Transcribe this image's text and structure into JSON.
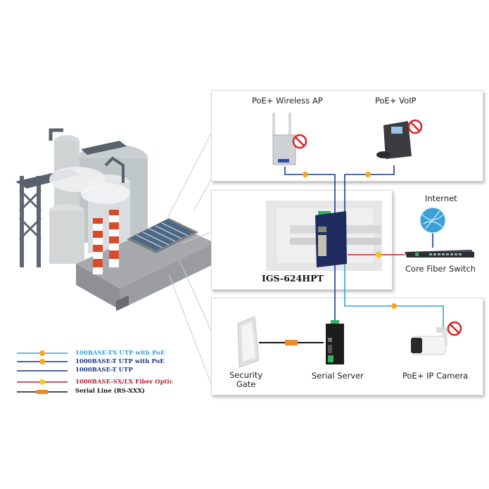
{
  "diagram": {
    "model": "IGS-624HPT",
    "panels": {
      "top": {
        "devices": [
          {
            "label": "PoE+ Wireless AP",
            "icon": "wireless-ap-icon",
            "link": "1000BASE-T UTP with PoE"
          },
          {
            "label": "PoE+ VoIP",
            "icon": "voip-phone-icon",
            "link": "1000BASE-T UTP with PoE"
          }
        ]
      },
      "middle": {
        "switch_label": "IGS-624HPT",
        "uplink": {
          "label": "Core Fiber Switch",
          "link": "1000BASE-SX/LX Fiber Optic"
        },
        "internet": {
          "label": "Internet"
        }
      },
      "bottom": {
        "devices": [
          {
            "label_line1": "Security",
            "label_line2": "Gate",
            "icon": "door-icon",
            "link": "Serial Line (RS-XXX)"
          },
          {
            "label": "Serial Server",
            "icon": "serial-server-icon",
            "link": "1000BASE-T UTP"
          },
          {
            "label": "PoE+ IP Camera",
            "icon": "ip-camera-icon",
            "link": "100BASE-TX UTP with PoE"
          }
        ]
      }
    },
    "legend": [
      {
        "label": "100BASE-TX UTP with PoE",
        "color": "#3aa0d0",
        "marker": "poe-dot"
      },
      {
        "label": "1000BASE-T UTP with PoE",
        "color": "#1a2e6e",
        "marker": "poe-dot"
      },
      {
        "label": "1000BASE-T UTP",
        "color": "#1a2e6e",
        "marker": "none"
      },
      {
        "label": "1000BASE-SX/LX Fiber Optic",
        "color": "#b3203a",
        "marker": "fiber-dot"
      },
      {
        "label": "Serial Line (RS-XXX)",
        "color": "#111111",
        "marker": "serial-box"
      }
    ],
    "colors": {
      "poe_marker": "#f5a623",
      "cyan_line": "#3aa0d0",
      "navy_line": "#1a3a8a",
      "fiber_line": "#c8202e",
      "serial_line": "#111111"
    }
  }
}
